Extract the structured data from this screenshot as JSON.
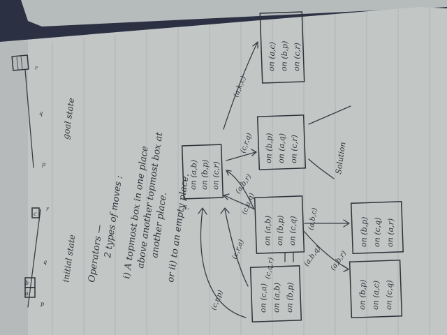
{
  "notes": {
    "initial_label": "initial state",
    "goal_label": "goal state",
    "init_a": "a",
    "init_b": "b",
    "init_c": "c",
    "init_p": "p",
    "init_q": "q",
    "init_r": "r",
    "goal_p": "p",
    "goal_q": "q",
    "goal_r": "r",
    "operators_title": "Operators —",
    "operators_sub": "2 types of moves :",
    "op1_line1": "i) A topmost box in one place",
    "op1_line2": "above another topmost box at",
    "op1_line3": "another place.",
    "op2_line1": "or ii) to an empty place.",
    "solution_label": "Solution"
  },
  "states": {
    "s_label": "s.",
    "s": [
      "on (a,b)",
      "on (b,p)",
      "on (c,r)"
    ],
    "s2": [
      "on (a,b)",
      "on (b,p)",
      "on (c,q)"
    ],
    "s3": [
      "on (c,a)",
      "on (a,b)",
      "on (b,p)"
    ],
    "s4": [
      "on (b,p)",
      "on (a,c)",
      "on (c,q)"
    ],
    "s5": [
      "on (b,p)",
      "on (c,q)",
      "on (a,r)"
    ],
    "s6": [
      "on (b,p)",
      "on (a,q)",
      "on (c,r)"
    ],
    "s7": [
      "on (a,c)",
      "on (b,p)",
      "on (c,r)"
    ]
  },
  "moves": {
    "m1": "(c,r,p)",
    "m2": "(c,r,a)",
    "m3": "(c,q,r)",
    "m4": "(c,a,q)",
    "m5": "(a,b,r)",
    "m6": "(a,b,q)",
    "m7": "(a,b,c)",
    "m8": "(a,b,r)",
    "m9": "(c,r,q)",
    "m10": "(a,k,c)"
  }
}
